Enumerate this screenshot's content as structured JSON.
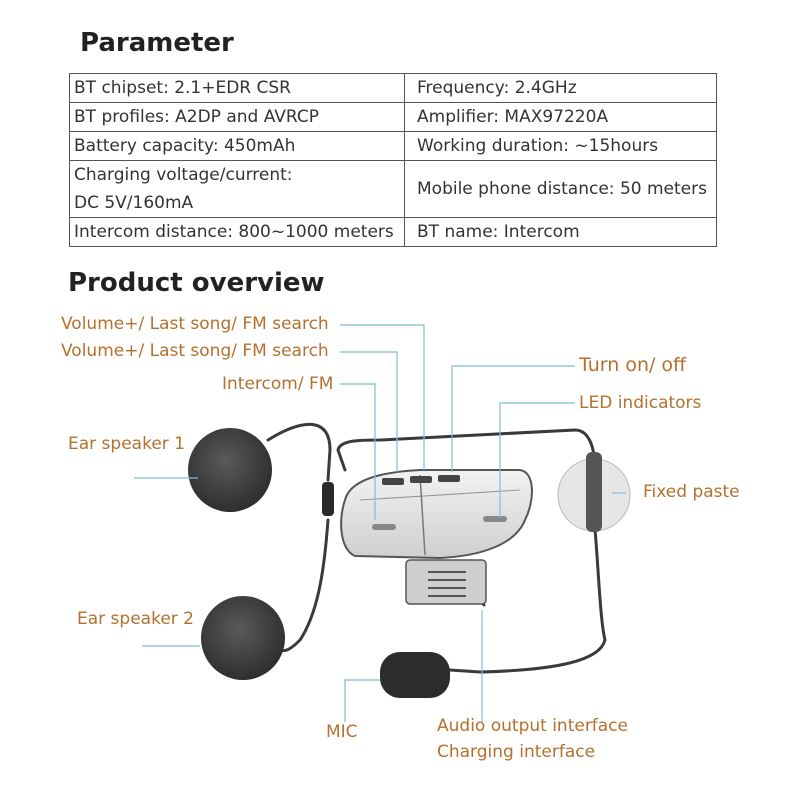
{
  "parameter": {
    "title": "Parameter",
    "rows": [
      [
        "BT chipset: 2.1+EDR CSR",
        "Frequency: 2.4GHz"
      ],
      [
        "BT profiles: A2DP and AVRCP",
        "Amplifier: MAX97220A"
      ],
      [
        "Battery capacity: 450mAh",
        "Working duration: ~15hours"
      ],
      [
        "Charging voltage/current:",
        "Mobile phone distance: 50 meters"
      ],
      [
        "Intercom distance: 800~1000 meters",
        "BT name: Intercom"
      ]
    ],
    "row4_line2": "DC 5V/160mA"
  },
  "overview": {
    "title": "Product overview",
    "labels": {
      "volume_plus_1": "Volume+/ Last song/ FM search",
      "volume_plus_2": "Volume+/ Last song/ FM search",
      "intercom_fm": "Intercom/ FM",
      "turn_on_off": "Turn on/ off",
      "led_indicators": "LED indicators",
      "ear_speaker_1": "Ear speaker 1",
      "fixed_paste": "Fixed paste",
      "ear_speaker_2": "Ear speaker 2",
      "mic": "MIC",
      "audio_output": "Audio output interface",
      "charging": "Charging interface"
    }
  }
}
